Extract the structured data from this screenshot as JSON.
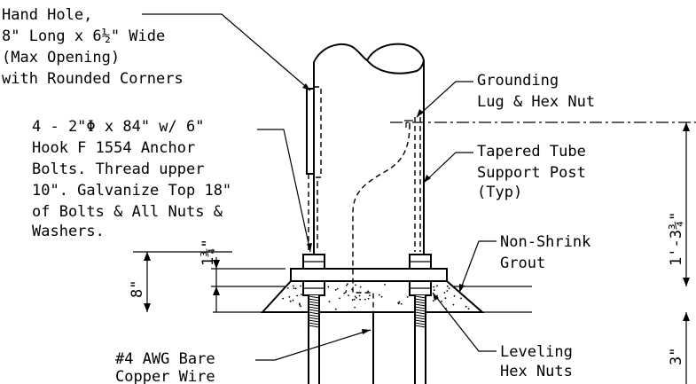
{
  "callouts": {
    "hand_hole": [
      "Hand Hole,",
      "8\" Long x 6½\" Wide",
      "(Max Opening)",
      "with Rounded Corners"
    ],
    "anchor_bolts": [
      "4 - 2\"Φ x 84\" w/ 6\"",
      "Hook F 1554 Anchor",
      "Bolts. Thread upper",
      "10\". Galvanize Top 18\"",
      "of Bolts & All Nuts &",
      "Washers."
    ],
    "grounding_lug": [
      "Grounding",
      "Lug & Hex Nut"
    ],
    "tapered_tube": [
      "Tapered Tube",
      "Support Post",
      "(Typ)"
    ],
    "non_shrink_grout": [
      "Non-Shrink",
      "Grout"
    ],
    "ground_wire": [
      "#4 AWG Bare",
      "Copper Wire"
    ],
    "leveling_nuts": [
      "Leveling",
      "Hex Nuts"
    ]
  },
  "dimensions": {
    "plate_height": "1¾\"",
    "total_height": "8\"",
    "lug_height": "1'-3¾\"",
    "grout_depth": "3\""
  }
}
